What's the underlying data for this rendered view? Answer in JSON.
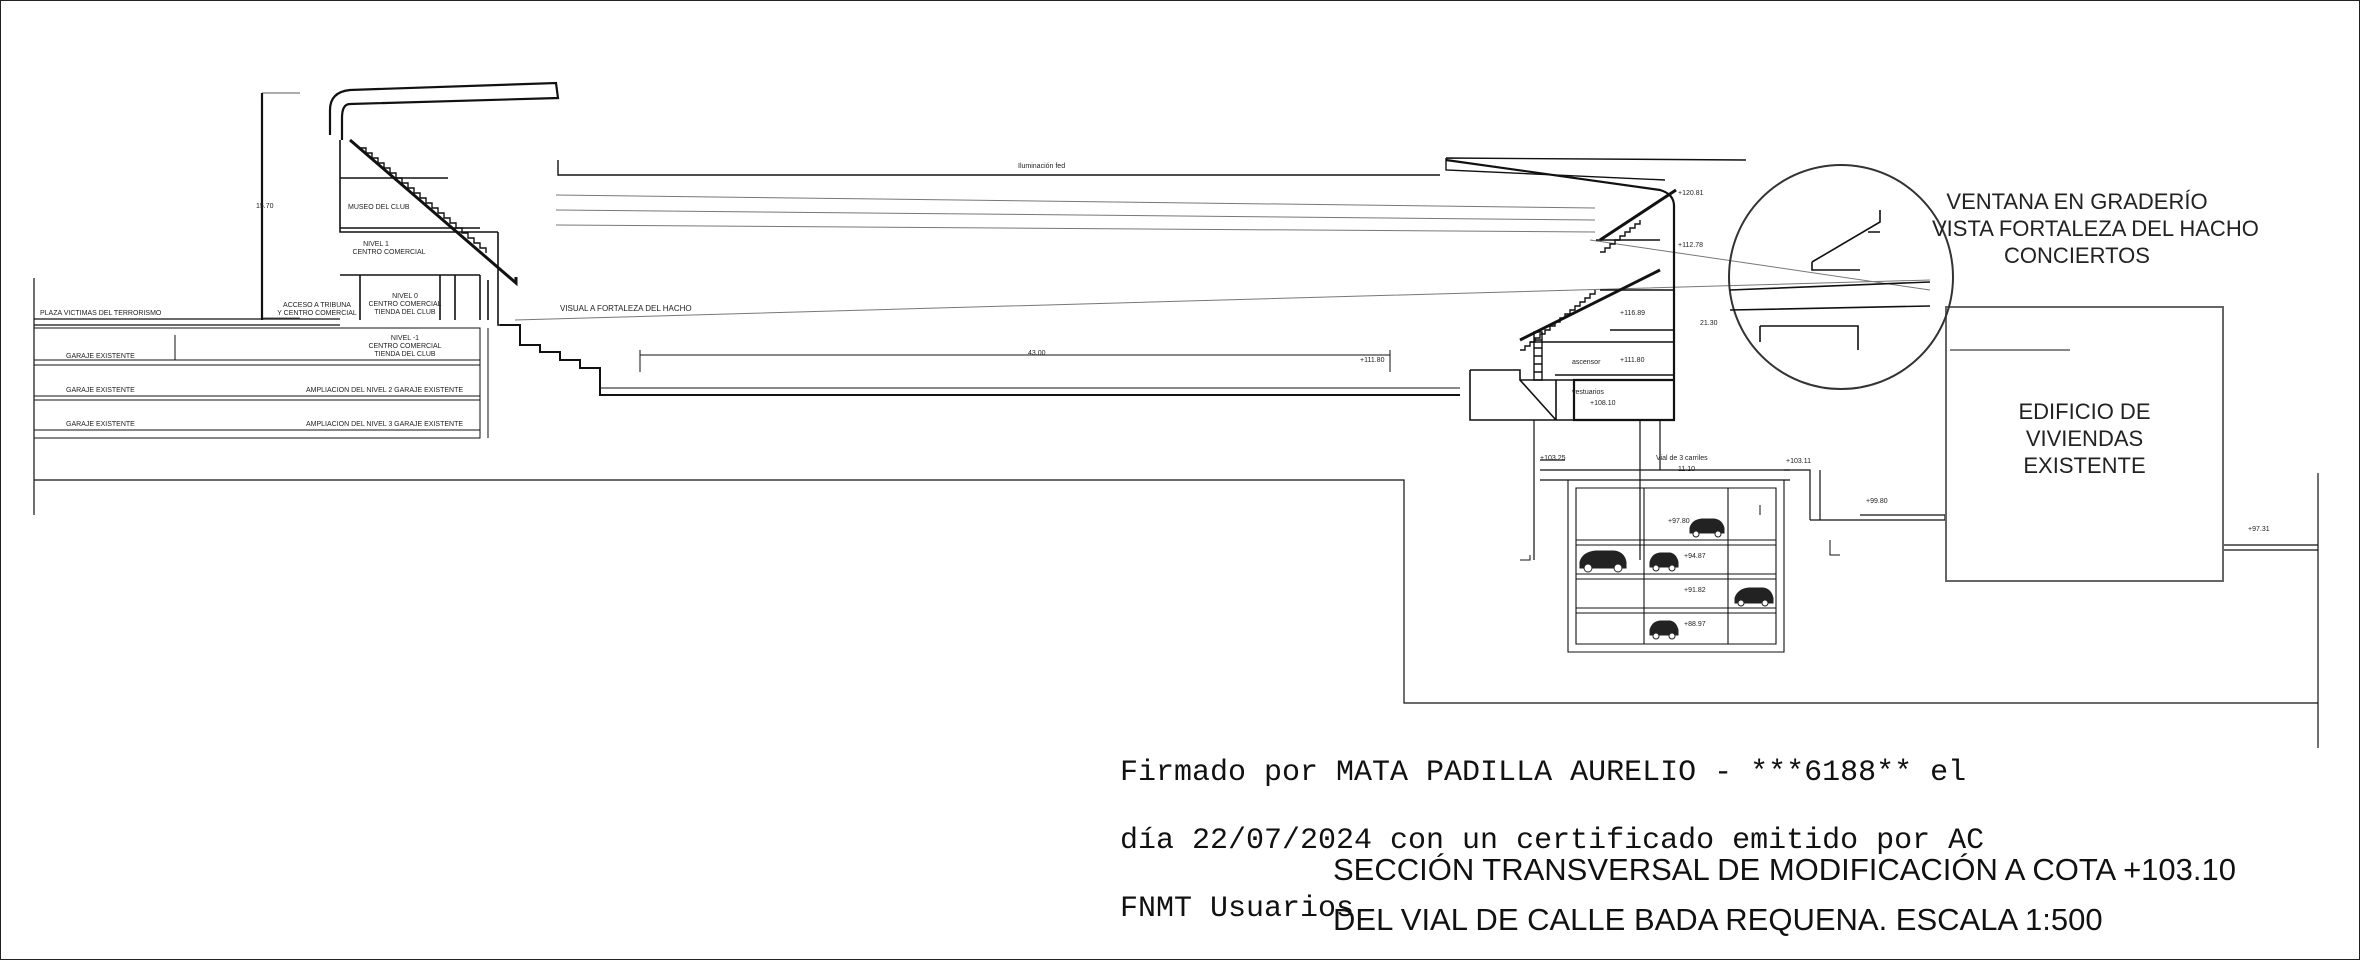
{
  "labels": {
    "plaza": "PLAZA VICTIMAS DEL TERRORISMO",
    "museo": "MUSEO DEL CLUB",
    "nivel1a": "NIVEL 1",
    "centro_a": "CENTRO COMERCIAL",
    "nivel0": "NIVEL 0",
    "centro_b": "CENTRO COMERCIAL",
    "tienda_a": "TIENDA DEL CLUB",
    "acceso1": "ACCESO A TRIBUNA",
    "acceso2": "Y CENTRO COMERCIAL",
    "nivelm1": "NIVEL -1",
    "centro_c": "CENTRO COMERCIAL",
    "tienda_b": "TIENDA DEL CLUB",
    "garaje1": "GARAJE EXISTENTE",
    "garaje2": "GARAJE EXISTENTE",
    "garaje3": "GARAJE EXISTENTE",
    "ampl2": "AMPLIACION DEL NIVEL 2 GARAJE EXISTENTE",
    "ampl3": "AMPLIACION DEL NIVEL 3 GARAJE EXISTENTE",
    "iluminacion": "Iluminación fed",
    "visual": "VISUAL A FORTALEZA DEL HACHO",
    "height_dim": "15.70",
    "span_dim": "43.00",
    "ascensor": "ascensor",
    "vestuarios": "vestuarios",
    "vial": "Vial de 3 carriles",
    "vial_dim": "11.10",
    "side_dim": "21.30"
  },
  "levels": {
    "l1": "+120.81",
    "l2": "+112.78",
    "l3": "+116.89",
    "l4": "+111.80",
    "l5": "+111.80",
    "l6": "+108.10",
    "l7": "+103.25",
    "l8": "+103.11",
    "l9": "+99.80",
    "l10": "+97.80",
    "l11": "+94.87",
    "l12": "+91.82",
    "l13": "+88.97",
    "l14": "+97.31"
  },
  "callout": {
    "line1": "VENTANA EN GRADERÍO",
    "line2": "VISTA FORTALEZA DEL HACHO",
    "line3": "CONCIERTOS"
  },
  "edificio": {
    "line1": "EDIFICIO DE",
    "line2": "VIVIENDAS",
    "line3": "EXISTENTE"
  },
  "signature": {
    "line1": "Firmado por MATA PADILLA AURELIO - ***6188** el",
    "line2": "día 22/07/2024 con un certificado emitido por AC",
    "line3": "FNMT Usuarios"
  },
  "title": {
    "line1": "SECCIÓN TRANSVERSAL DE MODIFICACIÓN  A COTA +103.10",
    "line2": "DEL VIAL DE CALLE BADA REQUENA.  ESCALA 1:500"
  }
}
